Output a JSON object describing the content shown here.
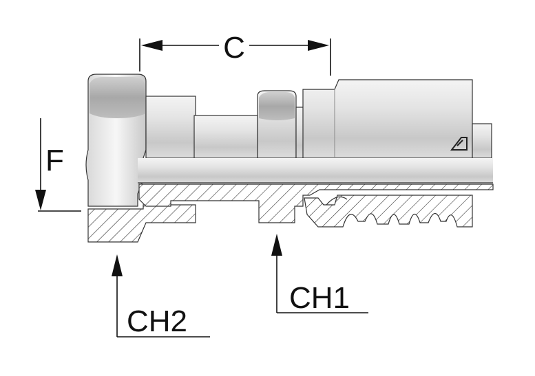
{
  "labels": {
    "c": "C",
    "f": "F",
    "ch1": "CH1",
    "ch2": "CH2"
  },
  "logo": {
    "glyph": "brand-logo-icon"
  },
  "colors": {
    "outline": "#333333",
    "dimension": "#111111",
    "body_light": "#eeeeee",
    "body_shade": "#b8b8b8",
    "section_fill": "#ffffff"
  }
}
